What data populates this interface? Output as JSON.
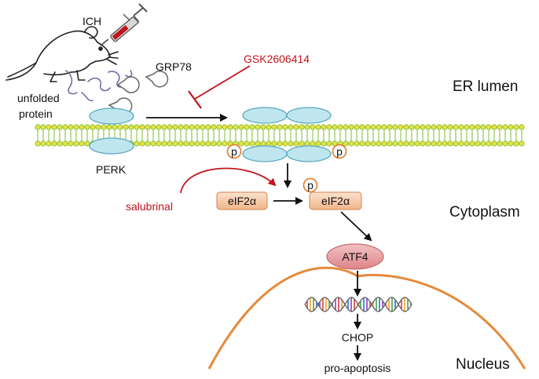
{
  "labels": {
    "ich": "ICH",
    "grp78": "GRP78",
    "unfolded_protein_line1": "unfolded",
    "unfolded_protein_line2": "protein",
    "perk": "PERK",
    "inhibitor": "GSK2606414",
    "salubrinal": "salubrinal",
    "phospho": "p",
    "eif2a": "eIF2α",
    "eif2a_p": "eIF2α",
    "atf4": "ATF4",
    "chop": "CHOP",
    "pro_apoptosis": "pro-apoptosis"
  },
  "regions": {
    "er_lumen": "ER lumen",
    "cytoplasm": "Cytoplasm",
    "nucleus": "Nucleus"
  },
  "colors": {
    "inhibitor_red": "#c0141c",
    "membrane_yellow": "#e8e04a",
    "membrane_green": "#7cbf2a",
    "perk_fill": "#bfe6ee",
    "perk_stroke": "#5aa8c0",
    "box_fill": "#f6c9a6",
    "box_stroke": "#d9956a",
    "atf4_fill": "#e8a2a6",
    "nucleus_stroke": "#e58a3a",
    "phospho_stroke": "#e07b28"
  }
}
